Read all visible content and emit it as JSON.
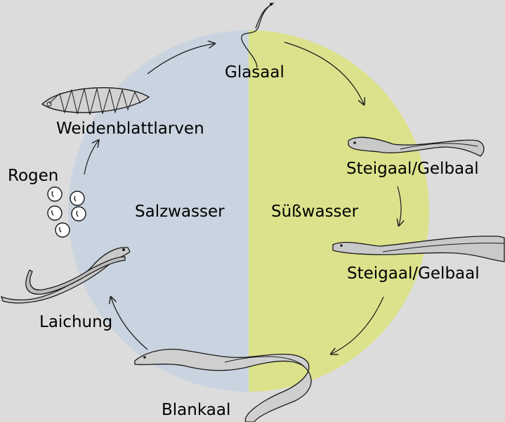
{
  "colors": {
    "background": "#dcdcdc",
    "salt_water": "#c9d4e0",
    "fresh_water": "#dce28c",
    "outline": "#1a1a1a",
    "eel_fill": "#c9c9c9"
  },
  "regions": {
    "salt": "Salzwasser",
    "fresh": "Süßwasser"
  },
  "stages": {
    "glasaal": "Glasaal",
    "steigaal_1": "Steigaal/Gelbaal",
    "steigaal_2": "Steigaal/Gelbaal",
    "blankaal": "Blankaal",
    "laichung": "Laichung",
    "rogen": "Rogen",
    "weidenblattlarven": "Weidenblattlarven"
  },
  "icons": [
    "glass-eel-icon",
    "yellow-eel-icon",
    "silver-eel-icon",
    "spawning-eels-icon",
    "eggs-icon",
    "leaf-larva-icon",
    "cycle-arrow-icon"
  ]
}
